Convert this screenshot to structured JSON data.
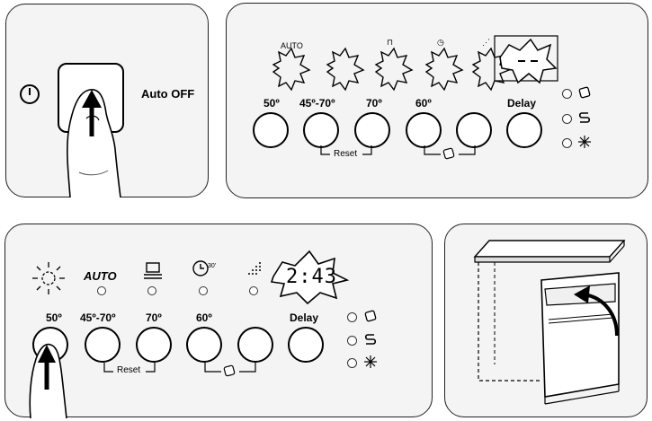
{
  "colors": {
    "panel_bg": "#f4f4f4",
    "line": "#000000",
    "outline": "#222222"
  },
  "panel_1": {
    "power_symbol": "power-icon",
    "label": "Auto OFF"
  },
  "panel_2": {
    "buttons": [
      "50º",
      "45º-70º",
      "70º",
      "60º",
      "",
      "Delay"
    ],
    "reset_label": "Reset",
    "side_indicators": [
      "tablet-icon",
      "rinse-aid-icon",
      "salt-icon"
    ]
  },
  "panel_3": {
    "auto_label": "AUTO",
    "display_value": "2:43",
    "buttons": [
      "50º",
      "45º-70º",
      "70º",
      "60º",
      "",
      "Delay"
    ],
    "reset_label": "Reset",
    "side_indicators": [
      "tablet-icon",
      "rinse-aid-icon",
      "salt-icon"
    ]
  },
  "panel_4": {
    "illustration": "dishwasher-door-close"
  }
}
